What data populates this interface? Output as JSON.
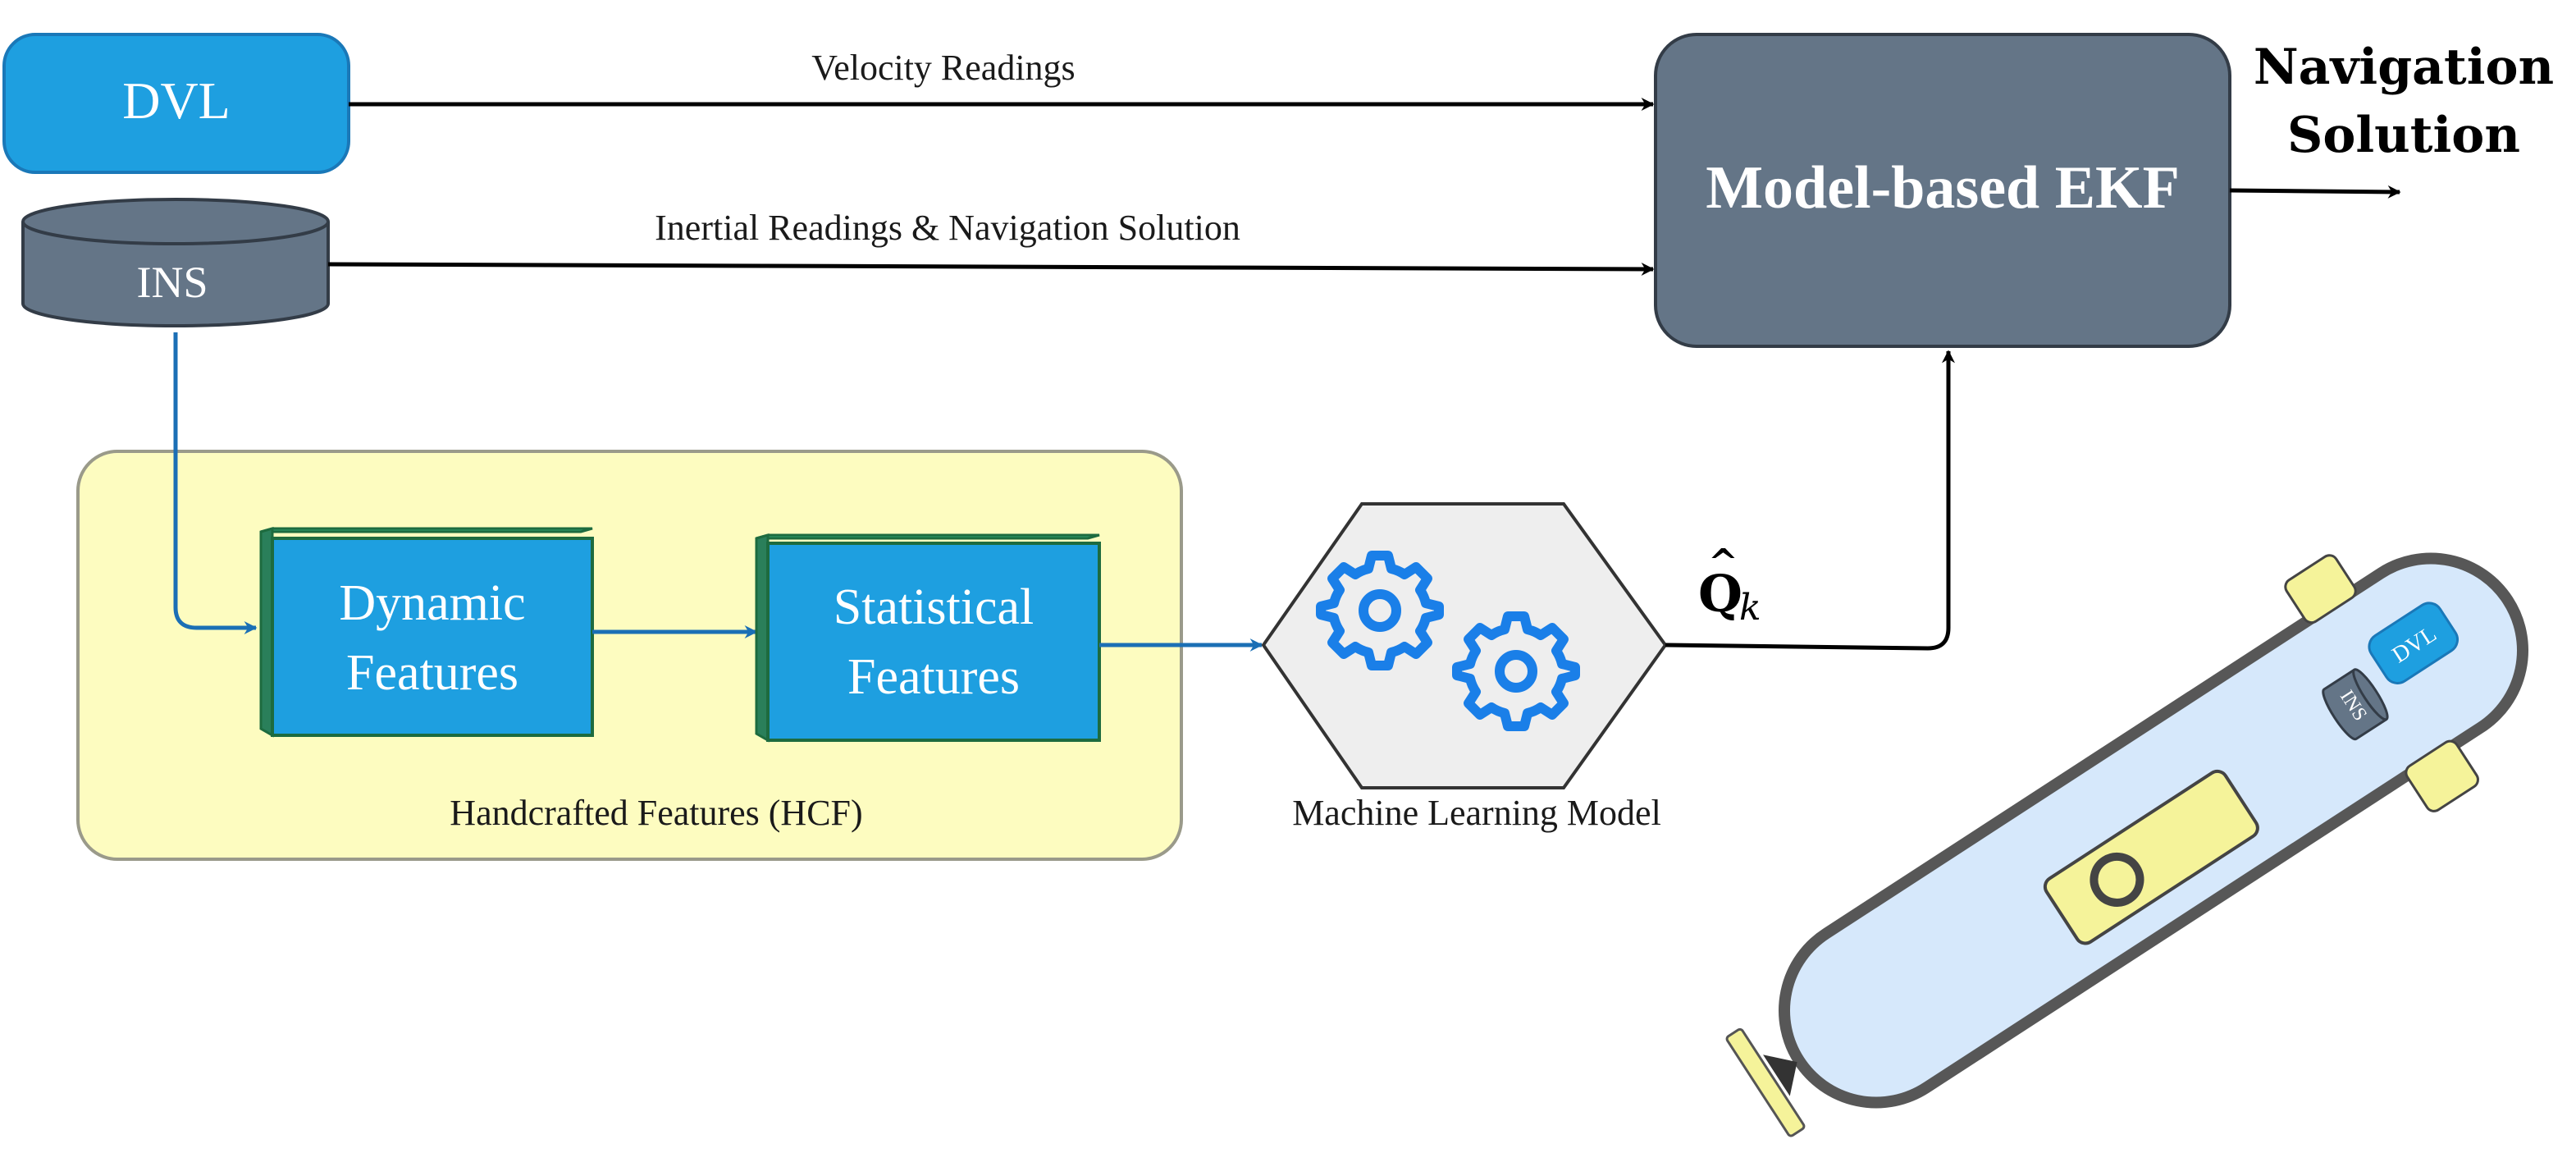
{
  "nodes": {
    "dvl": "DVL",
    "ins": "INS",
    "dynamic": {
      "line1": "Dynamic",
      "line2": "Features"
    },
    "statistical": {
      "line1": "Statistical",
      "line2": "Features"
    },
    "ekf": "Model-based EKF",
    "ml_model": "Machine Learning Model",
    "hcf": "Handcrafted Features (HCF)",
    "output": {
      "line1": "Navigation",
      "line2": "Solution"
    }
  },
  "edges": {
    "velocity": "Velocity Readings",
    "inertial": "Inertial Readings & Navigation Solution",
    "q_hat": "Q",
    "q_sub": "k"
  },
  "vehicle": {
    "dvl": "DVL",
    "ins": "INS"
  },
  "colors": {
    "blue": "#1e9fe0",
    "slate": "#647587",
    "yellow_panel": "#fdfcc0",
    "gear": "#1a7fe8",
    "hull": "#d6e8fb",
    "hull_stroke": "#575757"
  }
}
